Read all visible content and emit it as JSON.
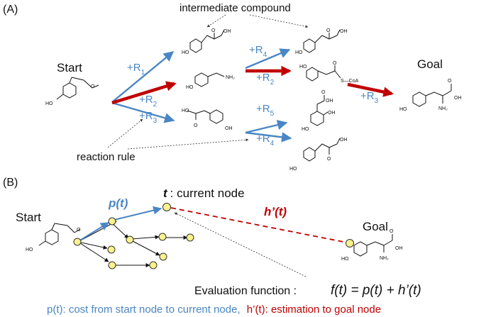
{
  "panel_a": {
    "label": "(A)",
    "start_label": "Start",
    "goal_label": "Goal",
    "intermediate_label": "intermediate compound",
    "reaction_rule_label": "reaction rule",
    "rules": [
      {
        "prefix": "+R",
        "sub": "1"
      },
      {
        "prefix": "+R",
        "sub": "2"
      },
      {
        "prefix": "+R",
        "sub": "3"
      },
      {
        "prefix": "+R",
        "sub": "4"
      },
      {
        "prefix": "+R",
        "sub": "2"
      },
      {
        "prefix": "+R",
        "sub": "3"
      },
      {
        "prefix": "+R",
        "sub": "5"
      },
      {
        "prefix": "+R",
        "sub": "4"
      }
    ],
    "atoms": {
      "ho": "HO",
      "oh": "OH",
      "o": "O",
      "nh2": "NH₂",
      "scoa": "S—CoA"
    }
  },
  "panel_b": {
    "label": "(B)",
    "start_label": "Start",
    "goal_label": "Goal",
    "p_t": "p(t)",
    "h_t": "h’(t)",
    "current_node_t": "t",
    "current_node_text": ": current node",
    "eval_prefix": "Evaluation function :",
    "eval_formula": "f(t) = p(t) + h’(t)",
    "legend_p": "p(t): cost from start node to current node,",
    "legend_h": "h’(t): estimation to goal node"
  },
  "colors": {
    "blue": "#4a86c5",
    "red": "#c00000",
    "node_fill": "#fbf28d",
    "text": "#111111"
  }
}
